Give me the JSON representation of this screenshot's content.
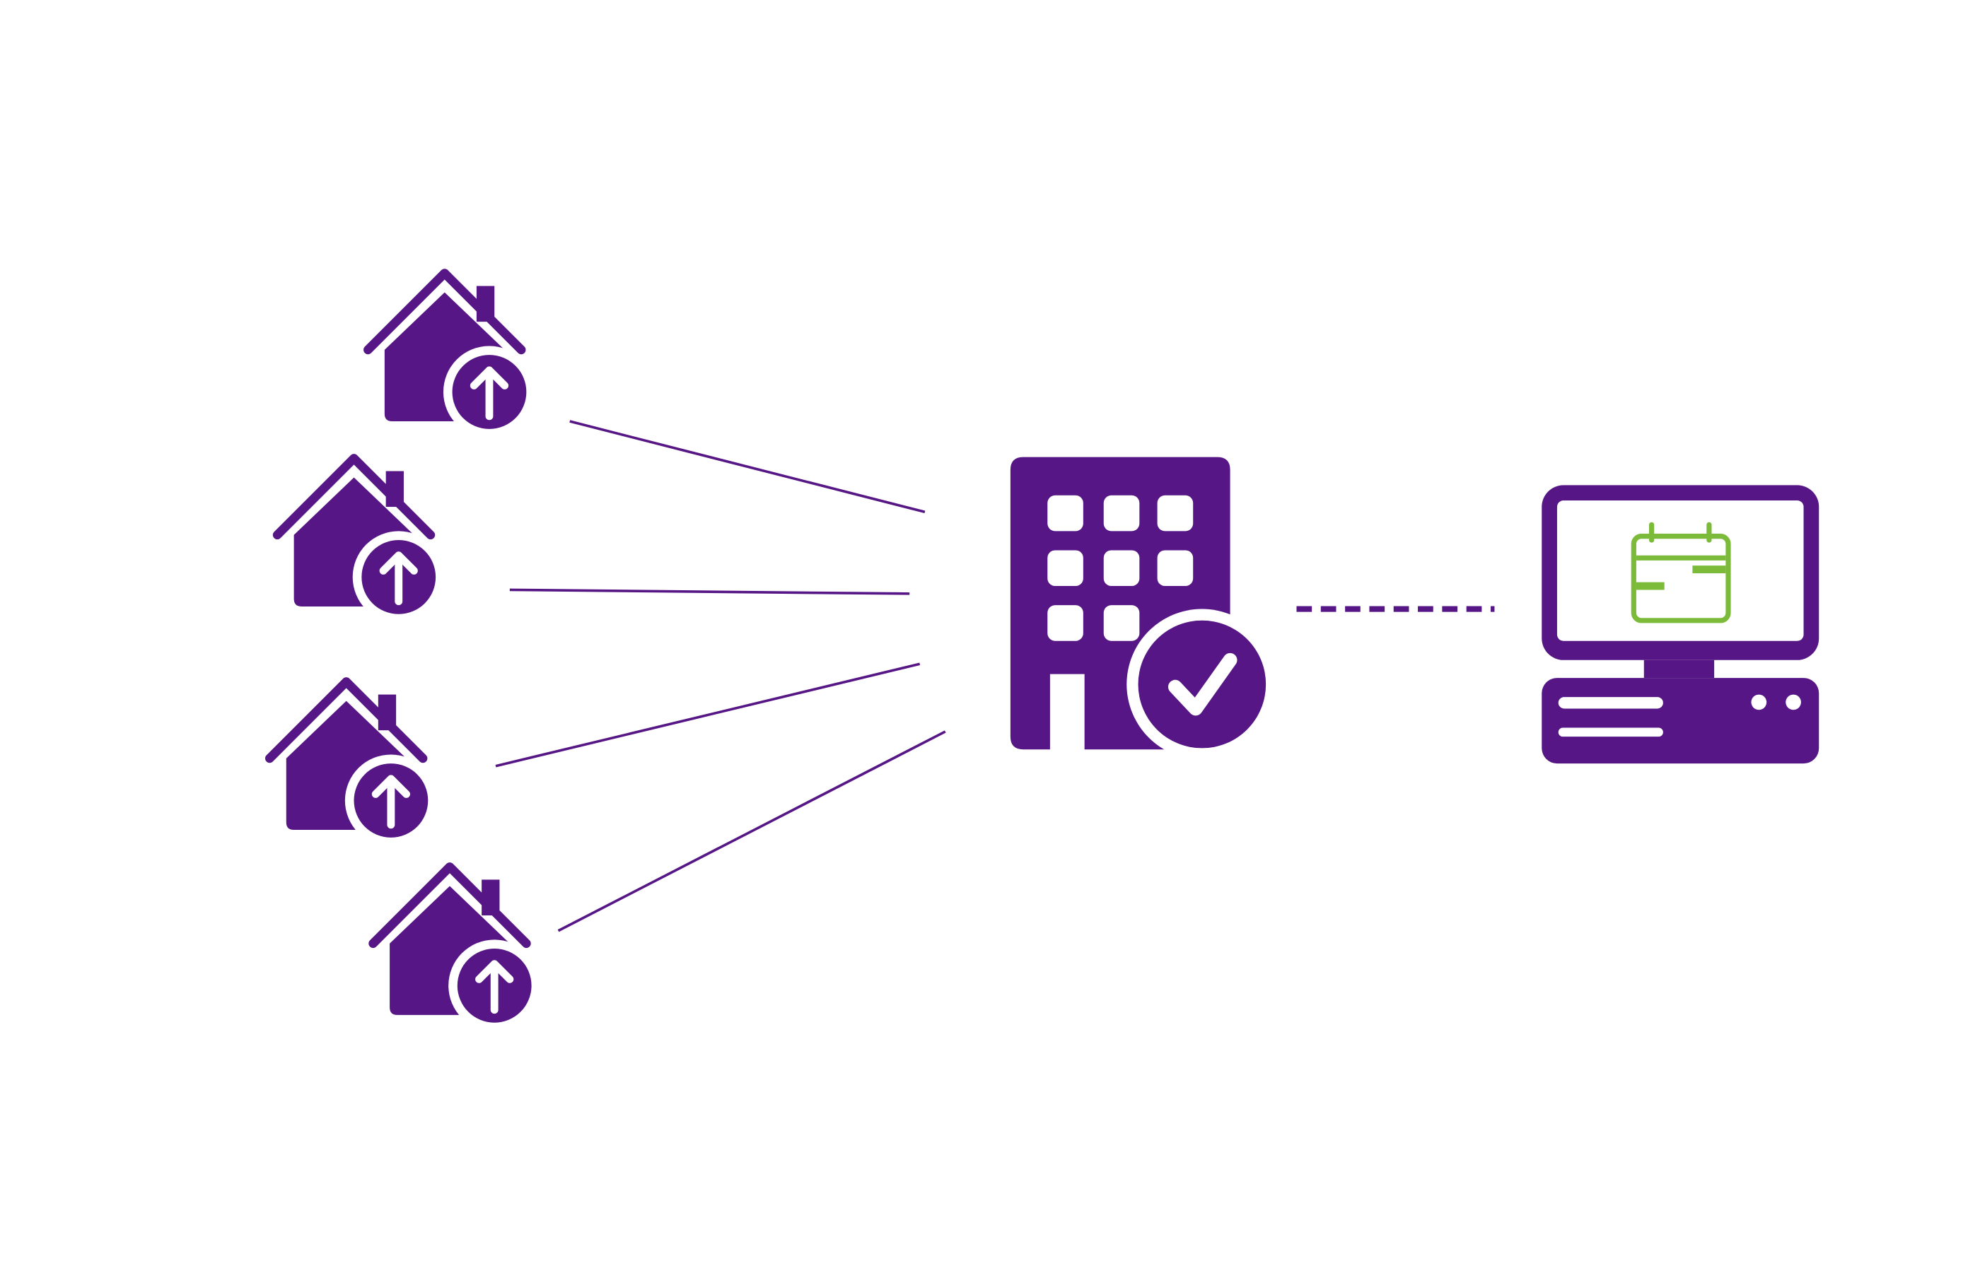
{
  "diagram": {
    "colors": {
      "primary": "#561685",
      "accent": "#7cbb3a",
      "background": "#ffffff"
    },
    "nodes": {
      "homes": [
        {
          "icon": "house-upload-icon"
        },
        {
          "icon": "house-upload-icon"
        },
        {
          "icon": "house-upload-icon"
        },
        {
          "icon": "house-upload-icon"
        }
      ],
      "hub": {
        "icon": "building-check-icon"
      },
      "system": {
        "icon": "desktop-computer-icon",
        "screen_icon": "calendar-icon"
      }
    },
    "connections": [
      {
        "from": "home-1",
        "to": "hub",
        "style": "solid"
      },
      {
        "from": "home-2",
        "to": "hub",
        "style": "solid"
      },
      {
        "from": "home-3",
        "to": "hub",
        "style": "solid"
      },
      {
        "from": "home-4",
        "to": "hub",
        "style": "solid"
      },
      {
        "from": "hub",
        "to": "computer",
        "style": "dashed"
      }
    ]
  }
}
